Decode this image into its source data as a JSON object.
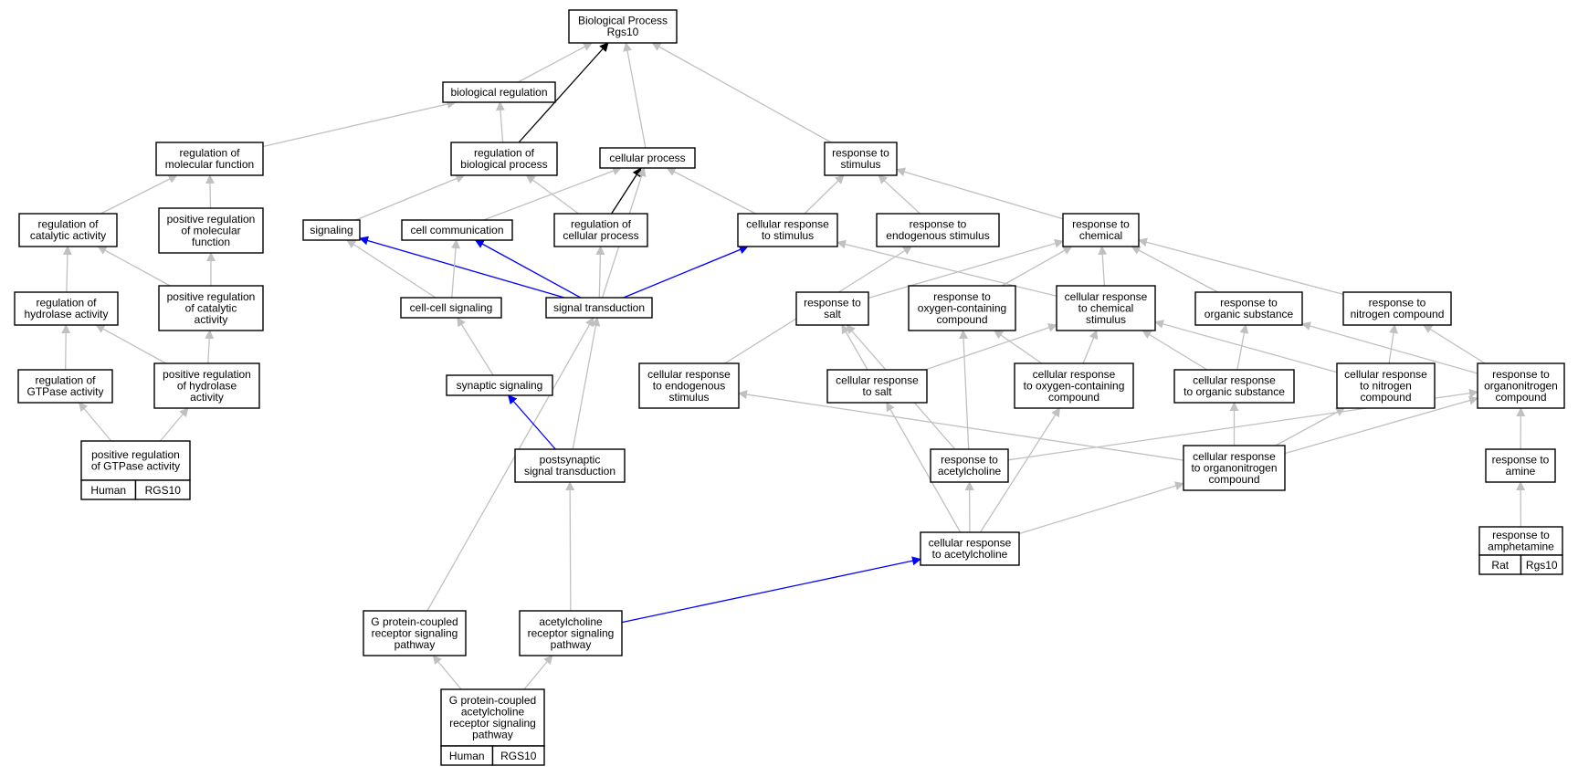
{
  "title": "Biological Process Rgs10",
  "colors": {
    "edge_default": "#c0c0c0",
    "edge_blue": "#0000ff",
    "edge_black": "#000000",
    "human_tag": "#f26349",
    "rat_tag": "#ffcc00"
  },
  "nodes": [
    {
      "id": "root",
      "lines": [
        "Biological Process",
        "Rgs10"
      ]
    },
    {
      "id": "bio_reg",
      "lines": [
        "biological regulation"
      ]
    },
    {
      "id": "reg_mol_fn",
      "lines": [
        "regulation of",
        "molecular function"
      ]
    },
    {
      "id": "reg_bio_proc",
      "lines": [
        "regulation of",
        "biological process"
      ]
    },
    {
      "id": "cell_proc",
      "lines": [
        "cellular process"
      ]
    },
    {
      "id": "resp_stim",
      "lines": [
        "response to",
        "stimulus"
      ]
    },
    {
      "id": "reg_cat",
      "lines": [
        "regulation of",
        "catalytic activity"
      ]
    },
    {
      "id": "pos_reg_mol_fn",
      "lines": [
        "positive regulation",
        "of molecular",
        "function"
      ]
    },
    {
      "id": "signaling",
      "lines": [
        "signaling"
      ]
    },
    {
      "id": "cell_comm",
      "lines": [
        "cell communication"
      ]
    },
    {
      "id": "reg_cell_proc",
      "lines": [
        "regulation of",
        "cellular process"
      ]
    },
    {
      "id": "cell_resp_stim",
      "lines": [
        "cellular response",
        "to stimulus"
      ]
    },
    {
      "id": "resp_endo",
      "lines": [
        "response to",
        "endogenous stimulus"
      ]
    },
    {
      "id": "resp_chem",
      "lines": [
        "response to",
        "chemical"
      ]
    },
    {
      "id": "reg_hydro",
      "lines": [
        "regulation of",
        "hydrolase activity"
      ]
    },
    {
      "id": "pos_reg_cat",
      "lines": [
        "positive regulation",
        "of catalytic",
        "activity"
      ]
    },
    {
      "id": "cc_signaling",
      "lines": [
        "cell-cell signaling"
      ]
    },
    {
      "id": "sig_trans",
      "lines": [
        "signal transduction"
      ]
    },
    {
      "id": "resp_salt",
      "lines": [
        "response to",
        "salt"
      ]
    },
    {
      "id": "resp_oxy",
      "lines": [
        "response to",
        "oxygen-containing",
        "compound"
      ]
    },
    {
      "id": "cell_resp_chem",
      "lines": [
        "cellular response",
        "to chemical",
        "stimulus"
      ]
    },
    {
      "id": "resp_org",
      "lines": [
        "response to",
        "organic substance"
      ]
    },
    {
      "id": "resp_nitro",
      "lines": [
        "response to",
        "nitrogen compound"
      ]
    },
    {
      "id": "reg_gtpase",
      "lines": [
        "regulation of",
        "GTPase activity"
      ]
    },
    {
      "id": "pos_reg_hydro",
      "lines": [
        "positive regulation",
        "of hydrolase",
        "activity"
      ]
    },
    {
      "id": "syn_sig",
      "lines": [
        "synaptic signaling"
      ]
    },
    {
      "id": "cell_resp_endo",
      "lines": [
        "cellular response",
        "to endogenous",
        "stimulus"
      ]
    },
    {
      "id": "cell_resp_salt",
      "lines": [
        "cellular response",
        "to salt"
      ]
    },
    {
      "id": "cell_resp_oxy",
      "lines": [
        "cellular response",
        "to oxygen-containing",
        "compound"
      ]
    },
    {
      "id": "cell_resp_org",
      "lines": [
        "cellular response",
        "to organic substance"
      ]
    },
    {
      "id": "cell_resp_nitro",
      "lines": [
        "cellular response",
        "to nitrogen",
        "compound"
      ]
    },
    {
      "id": "resp_organonitro",
      "lines": [
        "response to",
        "organonitrogen",
        "compound"
      ]
    },
    {
      "id": "pos_reg_gtpase",
      "lines": [
        "positive regulation",
        "of GTPase activity"
      ],
      "tags": [
        "Human",
        "RGS10"
      ]
    },
    {
      "id": "postsyn",
      "lines": [
        "postsynaptic",
        "signal transduction"
      ]
    },
    {
      "id": "resp_ach",
      "lines": [
        "response to",
        "acetylcholine"
      ]
    },
    {
      "id": "cell_resp_organonitro",
      "lines": [
        "cellular response",
        "to organonitrogen",
        "compound"
      ]
    },
    {
      "id": "resp_amine",
      "lines": [
        "response to",
        "amine"
      ]
    },
    {
      "id": "cell_resp_ach",
      "lines": [
        "cellular response",
        "to acetylcholine"
      ]
    },
    {
      "id": "resp_amph",
      "lines": [
        "response to",
        "amphetamine"
      ],
      "tags": [
        "Rat",
        "Rgs10"
      ]
    },
    {
      "id": "gpcr",
      "lines": [
        "G protein-coupled",
        "receptor signaling",
        "pathway"
      ]
    },
    {
      "id": "ach_rsp",
      "lines": [
        "acetylcholine",
        "receptor signaling",
        "pathway"
      ]
    },
    {
      "id": "gpcr_ach",
      "lines": [
        "G protein-coupled",
        "acetylcholine",
        "receptor signaling",
        "pathway"
      ],
      "tags": [
        "Human",
        "RGS10"
      ]
    }
  ],
  "edges": [
    {
      "from": "bio_reg",
      "to": "root",
      "type": "default"
    },
    {
      "from": "reg_bio_proc",
      "to": "root",
      "type": "black"
    },
    {
      "from": "cell_proc",
      "to": "root",
      "type": "default"
    },
    {
      "from": "resp_stim",
      "to": "root",
      "type": "default"
    },
    {
      "from": "reg_mol_fn",
      "to": "bio_reg",
      "type": "default"
    },
    {
      "from": "reg_bio_proc",
      "to": "bio_reg",
      "type": "default"
    },
    {
      "from": "reg_cat",
      "to": "reg_mol_fn",
      "type": "default"
    },
    {
      "from": "pos_reg_mol_fn",
      "to": "reg_mol_fn",
      "type": "default"
    },
    {
      "from": "signaling",
      "to": "reg_bio_proc",
      "type": "default"
    },
    {
      "from": "reg_cell_proc",
      "to": "reg_bio_proc",
      "type": "default"
    },
    {
      "from": "cell_comm",
      "to": "cell_proc",
      "type": "default"
    },
    {
      "from": "reg_cell_proc",
      "to": "cell_proc",
      "type": "black"
    },
    {
      "from": "sig_trans",
      "to": "cell_proc",
      "type": "default"
    },
    {
      "from": "cell_resp_stim",
      "to": "cell_proc",
      "type": "default"
    },
    {
      "from": "cell_resp_stim",
      "to": "resp_stim",
      "type": "default"
    },
    {
      "from": "resp_endo",
      "to": "resp_stim",
      "type": "default"
    },
    {
      "from": "resp_chem",
      "to": "resp_stim",
      "type": "default"
    },
    {
      "from": "reg_hydro",
      "to": "reg_cat",
      "type": "default"
    },
    {
      "from": "pos_reg_cat",
      "to": "reg_cat",
      "type": "default"
    },
    {
      "from": "pos_reg_cat",
      "to": "pos_reg_mol_fn",
      "type": "default"
    },
    {
      "from": "sig_trans",
      "to": "signaling",
      "type": "blue"
    },
    {
      "from": "cc_signaling",
      "to": "signaling",
      "type": "default"
    },
    {
      "from": "cc_signaling",
      "to": "cell_comm",
      "type": "default"
    },
    {
      "from": "sig_trans",
      "to": "cell_comm",
      "type": "blue"
    },
    {
      "from": "sig_trans",
      "to": "reg_cell_proc",
      "type": "default"
    },
    {
      "from": "sig_trans",
      "to": "cell_resp_stim",
      "type": "blue"
    },
    {
      "from": "cell_resp_chem",
      "to": "cell_resp_stim",
      "type": "default"
    },
    {
      "from": "cell_resp_endo",
      "to": "resp_endo",
      "type": "default"
    },
    {
      "from": "resp_salt",
      "to": "resp_chem",
      "type": "default"
    },
    {
      "from": "resp_oxy",
      "to": "resp_chem",
      "type": "default"
    },
    {
      "from": "cell_resp_chem",
      "to": "resp_chem",
      "type": "default"
    },
    {
      "from": "resp_org",
      "to": "resp_chem",
      "type": "default"
    },
    {
      "from": "resp_nitro",
      "to": "resp_chem",
      "type": "default"
    },
    {
      "from": "reg_gtpase",
      "to": "reg_hydro",
      "type": "default"
    },
    {
      "from": "pos_reg_hydro",
      "to": "reg_hydro",
      "type": "default"
    },
    {
      "from": "pos_reg_hydro",
      "to": "pos_reg_cat",
      "type": "default"
    },
    {
      "from": "syn_sig",
      "to": "cc_signaling",
      "type": "default"
    },
    {
      "from": "postsyn",
      "to": "sig_trans",
      "type": "default"
    },
    {
      "from": "gpcr",
      "to": "sig_trans",
      "type": "default"
    },
    {
      "from": "cell_resp_salt",
      "to": "resp_salt",
      "type": "default"
    },
    {
      "from": "resp_ach",
      "to": "resp_salt",
      "type": "default"
    },
    {
      "from": "cell_resp_oxy",
      "to": "resp_oxy",
      "type": "default"
    },
    {
      "from": "resp_ach",
      "to": "resp_oxy",
      "type": "default"
    },
    {
      "from": "cell_resp_salt",
      "to": "cell_resp_chem",
      "type": "default"
    },
    {
      "from": "cell_resp_oxy",
      "to": "cell_resp_chem",
      "type": "default"
    },
    {
      "from": "cell_resp_org",
      "to": "cell_resp_chem",
      "type": "default"
    },
    {
      "from": "cell_resp_nitro",
      "to": "cell_resp_chem",
      "type": "default"
    },
    {
      "from": "cell_resp_org",
      "to": "resp_org",
      "type": "default"
    },
    {
      "from": "resp_organonitro",
      "to": "resp_org",
      "type": "default"
    },
    {
      "from": "cell_resp_nitro",
      "to": "resp_nitro",
      "type": "default"
    },
    {
      "from": "resp_organonitro",
      "to": "resp_nitro",
      "type": "default"
    },
    {
      "from": "pos_reg_gtpase",
      "to": "reg_gtpase",
      "type": "default"
    },
    {
      "from": "pos_reg_gtpase",
      "to": "pos_reg_hydro",
      "type": "default"
    },
    {
      "from": "postsyn",
      "to": "syn_sig",
      "type": "blue"
    },
    {
      "from": "cell_resp_organonitro",
      "to": "cell_resp_endo",
      "type": "default"
    },
    {
      "from": "cell_resp_ach",
      "to": "cell_resp_salt",
      "type": "default"
    },
    {
      "from": "cell_resp_ach",
      "to": "cell_resp_oxy",
      "type": "default"
    },
    {
      "from": "cell_resp_organonitro",
      "to": "cell_resp_org",
      "type": "default"
    },
    {
      "from": "cell_resp_organonitro",
      "to": "cell_resp_nitro",
      "type": "default"
    },
    {
      "from": "resp_ach",
      "to": "resp_organonitro",
      "type": "default"
    },
    {
      "from": "cell_resp_organonitro",
      "to": "resp_organonitro",
      "type": "default"
    },
    {
      "from": "resp_amine",
      "to": "resp_organonitro",
      "type": "default"
    },
    {
      "from": "cell_resp_ach",
      "to": "resp_ach",
      "type": "default"
    },
    {
      "from": "cell_resp_ach",
      "to": "cell_resp_organonitro",
      "type": "default"
    },
    {
      "from": "resp_amph",
      "to": "resp_amine",
      "type": "default"
    },
    {
      "from": "ach_rsp",
      "to": "cell_resp_ach",
      "type": "blue"
    },
    {
      "from": "ach_rsp",
      "to": "postsyn",
      "type": "default"
    },
    {
      "from": "gpcr_ach",
      "to": "gpcr",
      "type": "default"
    },
    {
      "from": "gpcr_ach",
      "to": "ach_rsp",
      "type": "default"
    }
  ]
}
